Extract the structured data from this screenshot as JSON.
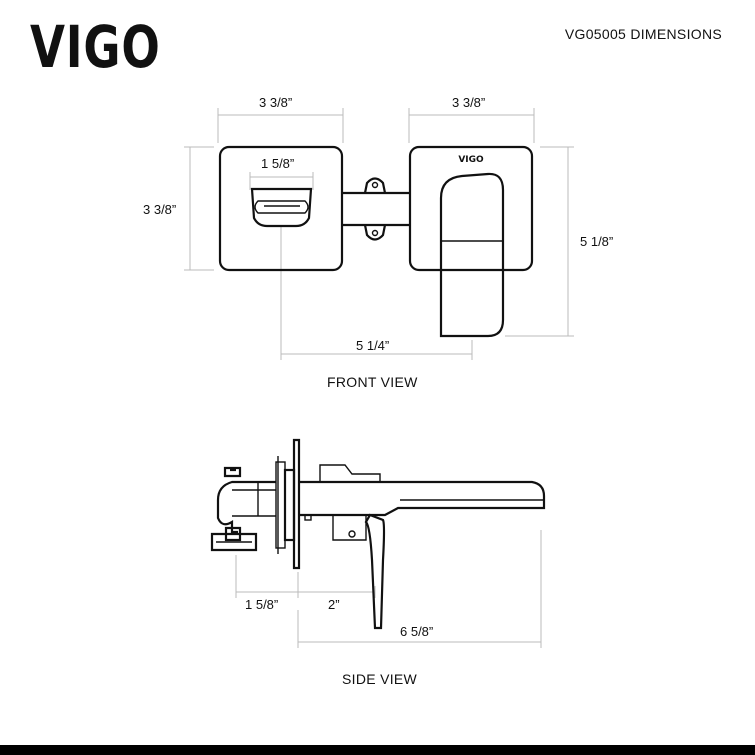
{
  "brand": {
    "logo_text": "VIGO",
    "plate_logo_text": "VIGO"
  },
  "header": {
    "title": "VG05005 DIMENSIONS"
  },
  "front_view": {
    "label": "FRONT VIEW",
    "dims": {
      "left_width": "3 3/8”",
      "right_width": "3 3/8”",
      "left_height": "3 3/8”",
      "handle_width": "1 5/8”",
      "total_height": "5 1/8”",
      "center_distance": "5 1/4”"
    }
  },
  "side_view": {
    "label": "SIDE VIEW",
    "dims": {
      "rear_depth": "1 5/8”",
      "handle_depth": "2”",
      "spout_reach": "6 5/8”"
    }
  },
  "colors": {
    "line": "#111111",
    "dimension_line": "#bbbbbb",
    "footer": "#000000"
  }
}
